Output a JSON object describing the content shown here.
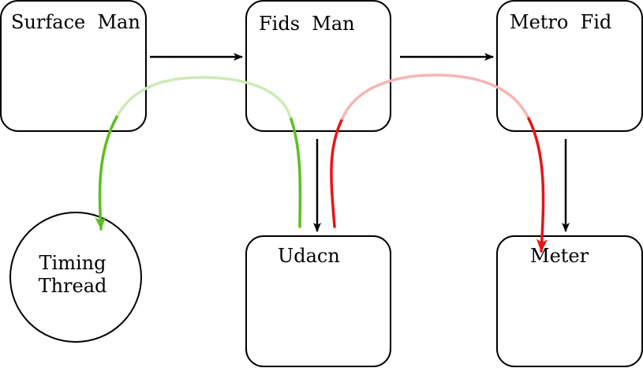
{
  "nodes": {
    "surface_man": {
      "label": "Surface  Man"
    },
    "fids_man": {
      "label": "Fids  Man"
    },
    "metro_fid": {
      "label": "Metro  Fid"
    },
    "udacn": {
      "label": "Udacn"
    },
    "meter": {
      "label": "Meter"
    },
    "timing_thread": {
      "label_line1": "Timing",
      "label_line2": "Thread"
    }
  },
  "edges": [
    {
      "from": "Surface  Man",
      "to": "Fids  Man",
      "style": "black"
    },
    {
      "from": "Fids  Man",
      "to": "Metro  Fid",
      "style": "black"
    },
    {
      "from": "Fids  Man",
      "to": "Udacn",
      "style": "black"
    },
    {
      "from": "Metro  Fid",
      "to": "Meter",
      "style": "black"
    },
    {
      "from": "Udacn",
      "to": "Timing Thread",
      "style": "green-curve"
    },
    {
      "from": "Udacn",
      "to": "Meter",
      "style": "red-curve"
    }
  ],
  "colors": {
    "green": "#5bbf1e",
    "green_light": "#cdeab7",
    "red": "#ee1111",
    "red_light": "#f7b4b4",
    "stroke": "#000000"
  }
}
